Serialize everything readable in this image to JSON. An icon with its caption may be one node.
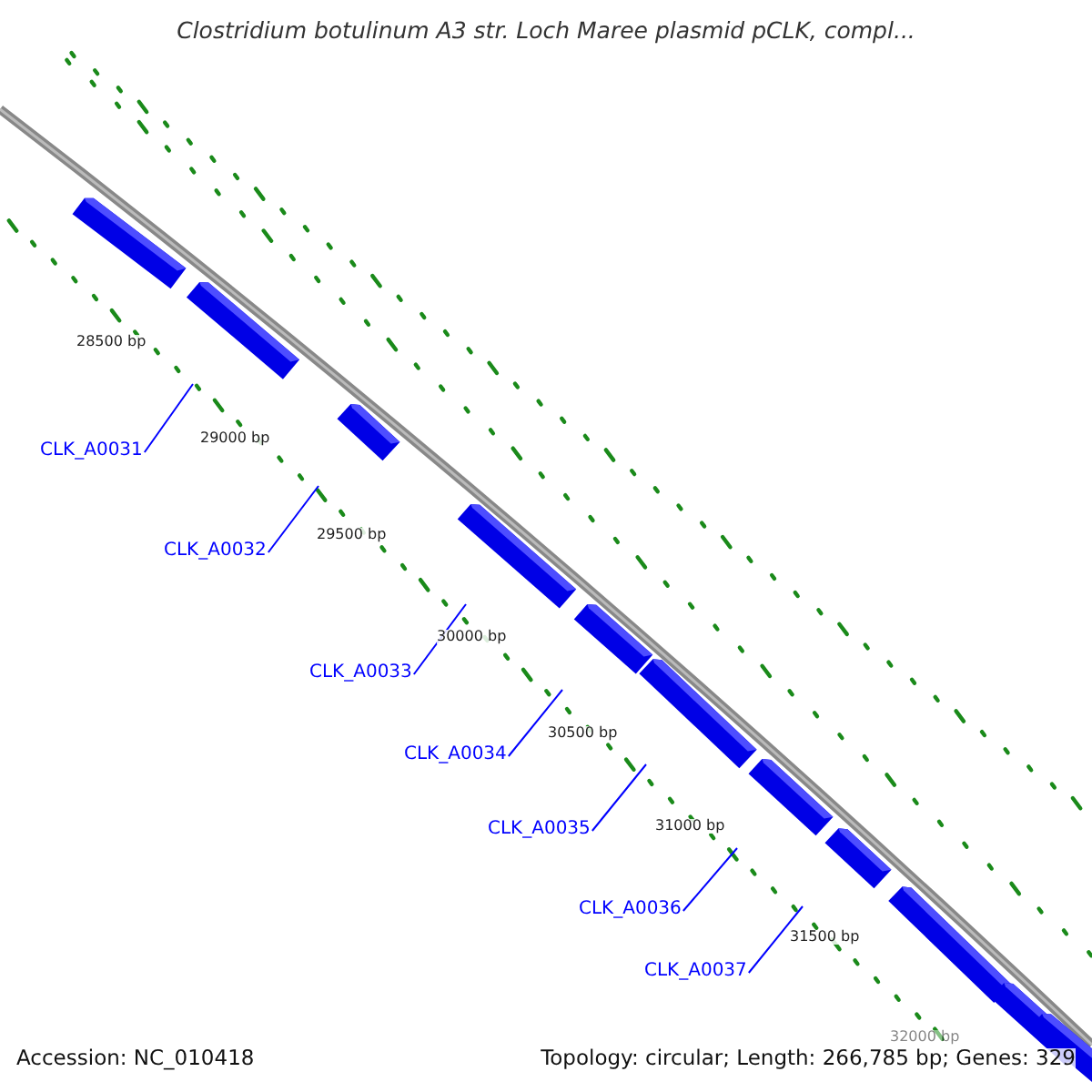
{
  "diagram": {
    "title": "Clostridium botulinum A3 str. Loch Maree plasmid pCLK, compl...",
    "nodes": [
      {
        "text": [
          "CLK_A0031"
        ]
      },
      {
        "text": [
          "CLK_A0032"
        ]
      },
      {
        "text": [
          "CLK_A0033"
        ]
      },
      {
        "text": [
          "CLK_A0034"
        ]
      },
      {
        "text": [
          "CLK_A0035"
        ]
      },
      {
        "text": [
          "CLK_A0036"
        ]
      },
      {
        "text": [
          "CLK_A0037"
        ]
      }
    ],
    "edges": [
      {
        "from": 0,
        "to": null,
        "arrow": "none"
      },
      {
        "from": 1,
        "to": null,
        "arrow": "none"
      },
      {
        "from": 2,
        "to": null,
        "arrow": "none"
      },
      {
        "from": 3,
        "to": null,
        "arrow": "none"
      },
      {
        "from": 4,
        "to": null,
        "arrow": "none"
      },
      {
        "from": 5,
        "to": null,
        "arrow": "none"
      },
      {
        "from": 6,
        "to": null,
        "arrow": "none"
      }
    ],
    "labels": [
      "28500 bp",
      "29000 bp",
      "29500 bp",
      "30000 bp",
      "30500 bp",
      "31000 bp",
      "31500 bp",
      "32000 bp",
      "Accession: NC_010418",
      "Topology: circular; Length: 266,785 bp; Genes: 329"
    ]
  }
}
